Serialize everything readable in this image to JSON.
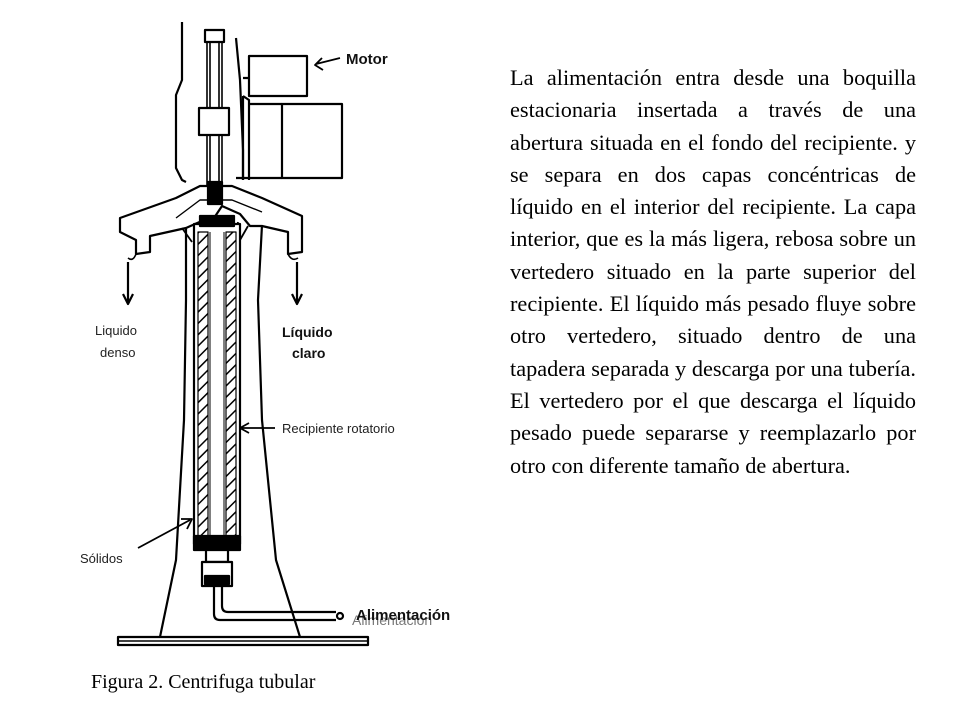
{
  "diagram": {
    "labels": {
      "motor": "Motor",
      "liquido_denso_1": "Liquido",
      "liquido_denso_2": "denso",
      "liquido_claro_1": "Líquido",
      "liquido_claro_2": "claro",
      "recipiente": "Recipiente rotatorio",
      "solidos": "Sólidos",
      "alimentacion": "Alimentación",
      "alimentacion_ghost": "Alimentación"
    }
  },
  "description": "La alimentación entra desde una boquilla estacionaria insertada a través de una abertura situada en el fondo del recipiente. y se separa en dos capas concéntricas de líquido en el interior del recipiente. La capa interior, que es la más ligera, rebosa sobre un vertedero situado en la parte superior del recipiente. El líquido más pesado fluye sobre otro vertedero, situado dentro de una tapadera separada y descarga por una tubería. El vertedero por el que descarga el líquido pesado puede separarse y reemplazarlo por otro con diferente tamaño de abertura.",
  "caption": "Figura 2. Centrifuga tubular"
}
